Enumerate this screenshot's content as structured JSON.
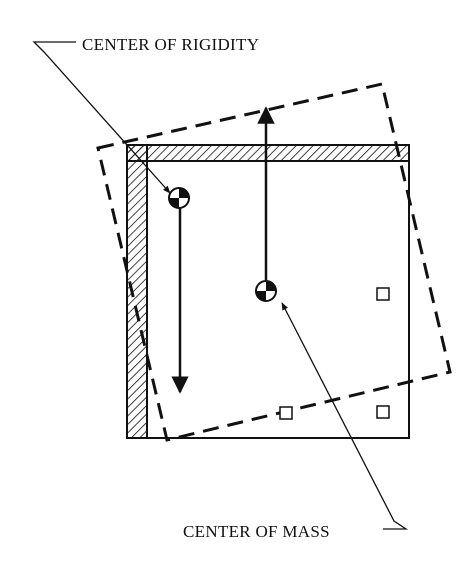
{
  "labels": {
    "center_of_rigidity": "CENTER OF RIGIDITY",
    "center_of_mass": "CENTER OF MASS"
  },
  "colors": {
    "ink": "#111111",
    "background": "#ffffff"
  },
  "icons": {
    "center_marker": "center-of-gravity-symbol",
    "column": "square-column"
  }
}
